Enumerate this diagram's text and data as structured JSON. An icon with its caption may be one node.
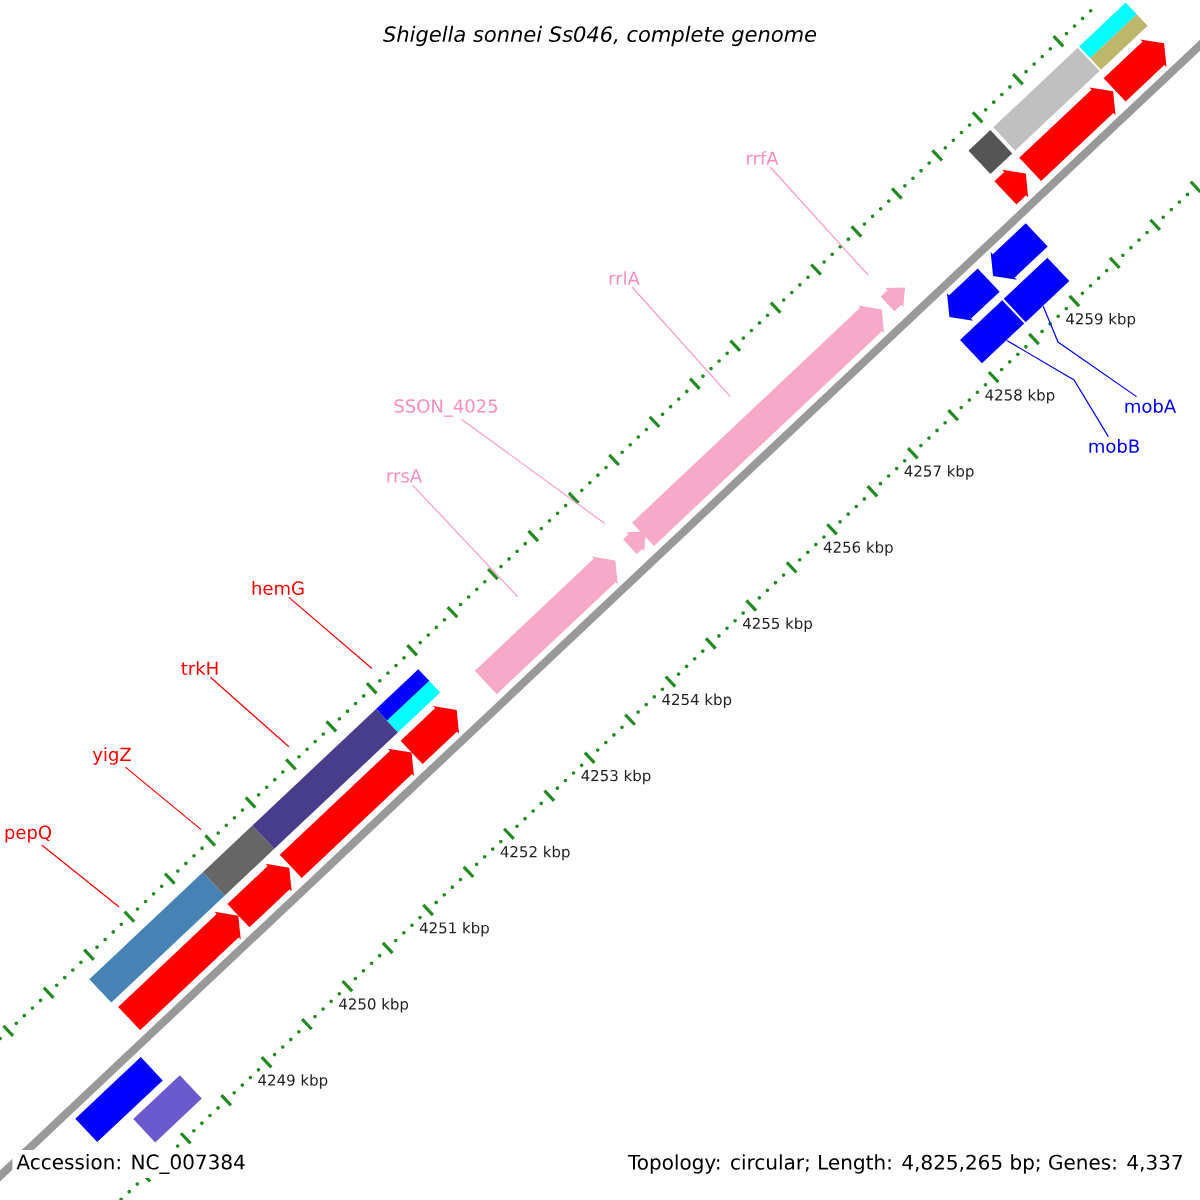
{
  "diagram": {
    "title": "Shigella sonnei Ss046, complete genome",
    "nodes": [
      {
        "text": [
          "pepQ"
        ]
      },
      {
        "text": [
          "yigZ"
        ]
      },
      {
        "text": [
          "trkH"
        ]
      },
      {
        "text": [
          "hemG"
        ]
      },
      {
        "text": [
          "rrsA"
        ]
      },
      {
        "text": [
          "SSON_4025"
        ]
      },
      {
        "text": [
          "rrlA"
        ]
      },
      {
        "text": [
          "rrfA"
        ]
      },
      {
        "text": [
          "mobB"
        ]
      },
      {
        "text": [
          "mobA"
        ]
      },
      {
        "text": [],
        "shape": "bar"
      },
      {
        "text": [],
        "shape": "bar"
      },
      {
        "text": [],
        "shape": "bar"
      },
      {
        "text": [],
        "shape": "bar"
      },
      {
        "text": [],
        "shape": "bar"
      },
      {
        "text": [],
        "shape": "bar"
      },
      {
        "text": [],
        "shape": "bar"
      },
      {
        "text": [],
        "shape": "bar"
      },
      {
        "text": [],
        "shape": "bar"
      },
      {
        "text": [],
        "shape": "bar"
      },
      {
        "text": [],
        "shape": "bar"
      },
      {
        "text": [],
        "shape": "bar"
      },
      {
        "text": [],
        "shape": "bar"
      },
      {
        "text": [],
        "shape": "bar"
      },
      {
        "text": [],
        "shape": "bar"
      },
      {
        "text": [],
        "shape": "bar"
      },
      {
        "text": [],
        "shape": "bar"
      },
      {
        "text": [],
        "shape": "bar"
      },
      {
        "text": [],
        "shape": "bar"
      },
      {
        "text": [],
        "shape": "bar"
      },
      {
        "text": [],
        "shape": "bar"
      },
      {
        "text": [],
        "shape": "bar"
      },
      {
        "text": [],
        "shape": "bar"
      },
      {
        "text": [],
        "shape": "bar"
      },
      {
        "text": [],
        "shape": "bar"
      },
      {
        "text": [],
        "shape": "bar"
      }
    ],
    "edges": [
      {
        "from": 0,
        "to": 13,
        "arrow": "none",
        "color": "#ff0000"
      },
      {
        "from": 1,
        "to": 15,
        "arrow": "none",
        "color": "#ff0000"
      },
      {
        "from": 2,
        "to": 17,
        "arrow": "none",
        "color": "#ff0000"
      },
      {
        "from": 3,
        "to": 20,
        "arrow": "none",
        "color": "#ff0000"
      },
      {
        "from": 4,
        "to": 21,
        "arrow": "none",
        "color": "#ff99cc"
      },
      {
        "from": 5,
        "to": 22,
        "arrow": "none",
        "color": "#ff99cc"
      },
      {
        "from": 6,
        "to": 23,
        "arrow": "none",
        "color": "#ff99cc"
      },
      {
        "from": 7,
        "to": 24,
        "arrow": "none",
        "color": "#ff99cc"
      },
      {
        "from": 8,
        "to": 27,
        "arrow": "none",
        "color": "#0000ff"
      },
      {
        "from": 9,
        "to": 28,
        "arrow": "none",
        "color": "#0000ff"
      }
    ],
    "labels": [
      "4249 kbp",
      "4250 kbp",
      "4251 kbp",
      "4252 kbp",
      "4253 kbp",
      "4254 kbp",
      "4255 kbp",
      "4256 kbp",
      "4257 kbp",
      "4258 kbp",
      "4259 kbp",
      "Accession: NC_007384",
      "Topology: circular; Length: 4,825,265 bp; Genes: 4,337"
    ]
  }
}
